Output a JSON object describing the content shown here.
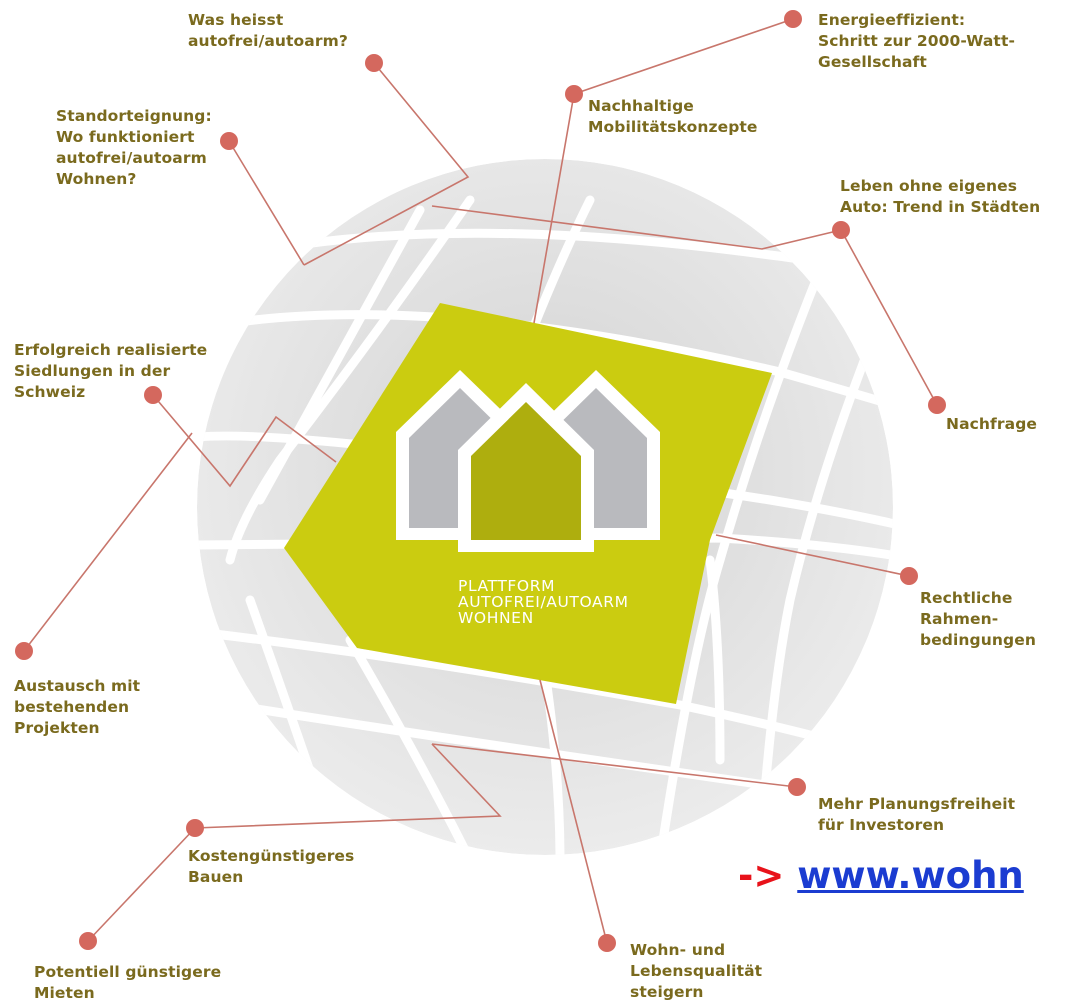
{
  "center": {
    "title_lines": [
      "PLATTFORM",
      "AUTOFREI/AUTOARM",
      "WOHNEN"
    ]
  },
  "topics": [
    {
      "id": "was-heisst",
      "lines": [
        "Was heisst",
        "autofrei/autoarm?"
      ]
    },
    {
      "id": "energieeffizient",
      "lines": [
        "Energieeffizient:",
        "Schritt zur 2000-Watt-",
        "Gesellschaft"
      ]
    },
    {
      "id": "nachhaltige-mobilitaet",
      "lines": [
        "Nachhaltige",
        "Mobilitätskonzepte"
      ]
    },
    {
      "id": "standorteignung",
      "lines": [
        "Standorteignung:",
        "Wo funktioniert",
        "autofrei/autoarm",
        "Wohnen?"
      ]
    },
    {
      "id": "leben-ohne-auto",
      "lines": [
        "Leben ohne eigenes",
        "Auto: Trend in Städten"
      ]
    },
    {
      "id": "erfolgreich-realisiert",
      "lines": [
        "Erfolgreich realisierte",
        "Siedlungen in der",
        "Schweiz"
      ]
    },
    {
      "id": "nachfrage",
      "lines": [
        "Nachfrage"
      ]
    },
    {
      "id": "rechtliche-rahmen",
      "lines": [
        "Rechtliche",
        "Rahmen-",
        "bedingungen"
      ]
    },
    {
      "id": "austausch",
      "lines": [
        "Austausch mit",
        "bestehenden",
        "Projekten"
      ]
    },
    {
      "id": "planungsfreiheit",
      "lines": [
        "Mehr Planungsfreiheit",
        "für Investoren"
      ]
    },
    {
      "id": "kostenguenstiger",
      "lines": [
        "Kostengünstigeres",
        "Bauen"
      ]
    },
    {
      "id": "mieten",
      "lines": [
        "Potentiell günstigere",
        "Mieten"
      ]
    },
    {
      "id": "lebensqualitaet",
      "lines": [
        "Wohn- und",
        "Lebensqualität",
        "steigern"
      ]
    }
  ],
  "link": {
    "arrow": "->",
    "url_text": "www.wohn"
  },
  "colors": {
    "platform_fill": "#cbcc10",
    "house_center": "#aeae0e",
    "house_side": "#b9babe",
    "connector": "#c8766c",
    "dot": "#d4685e",
    "label_text": "#7a6a1e",
    "globe_tile_light": "#ececec",
    "globe_tile_dark": "#c9c9c9"
  }
}
